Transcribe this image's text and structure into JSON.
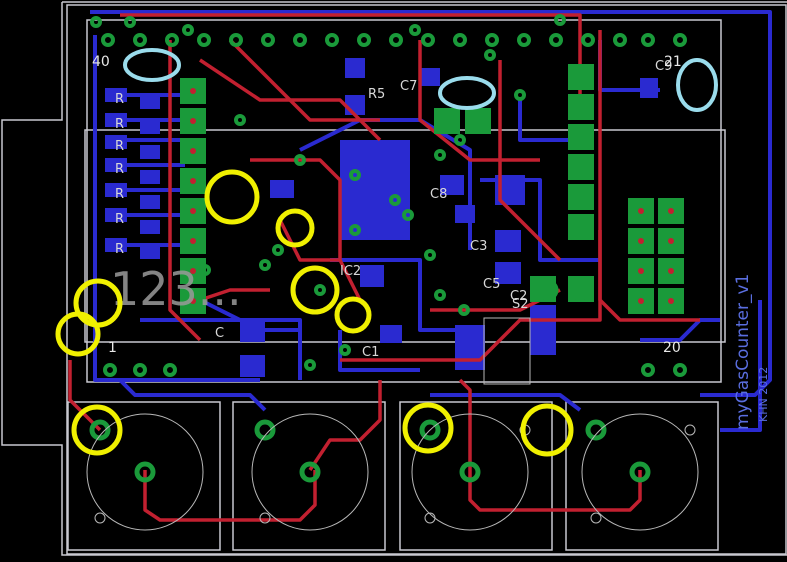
{
  "board": {
    "title": "myGasCounter_v1",
    "credit": "KHN 2012",
    "pin_first": "1",
    "pin_last": "20",
    "pin_header_top": "40",
    "pin_header_top_right": "21",
    "big_marker": "123...",
    "component_labels": [
      "R",
      "R",
      "R",
      "R",
      "R",
      "R",
      "R",
      "C",
      "C1",
      "C2",
      "C3",
      "C5",
      "C7",
      "C8",
      "C9",
      "R5",
      "IC2",
      "S2"
    ]
  },
  "colors": {
    "background": "#000000",
    "outline": "#c8c8d0",
    "copper_top": "#c22030",
    "copper_bottom": "#2a2ad0",
    "pad": "#1a9a3a",
    "highlight_yellow": "#f0f000",
    "highlight_cyan": "#9adcec",
    "silk": "#d8d8d8"
  }
}
